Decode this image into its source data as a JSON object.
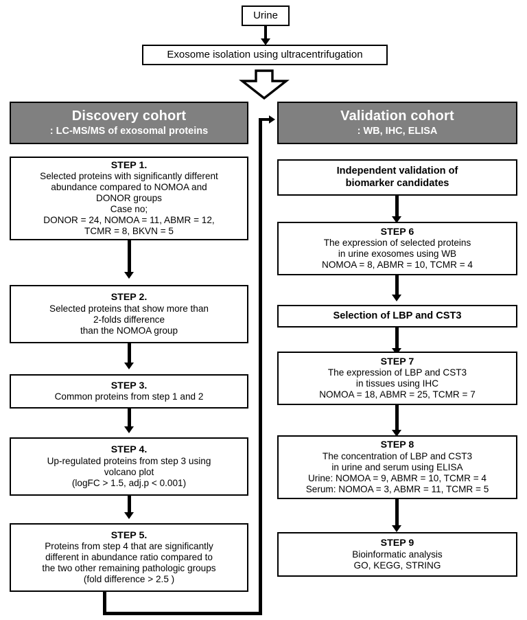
{
  "diagram": {
    "title": "Urinary exosome biomarker discovery and validation workflow",
    "colors": {
      "header_fill": "#808080",
      "header_text": "#ffffff",
      "box_fill": "#ffffff",
      "stroke": "#000000"
    },
    "top": {
      "source_box": "Urine",
      "isolation_box": "Exosome isolation using ultracentrifugation"
    },
    "left_column": {
      "header": {
        "title": "Discovery cohort",
        "subtitle": ": LC-MS/MS of exosomal proteins"
      },
      "steps": [
        {
          "heading": "STEP 1.",
          "lines": [
            "Selected proteins with significantly different",
            "abundance compared to NOMOA and",
            "DONOR groups",
            "Case no;",
            "DONOR = 24, NOMOA = 11, ABMR = 12,",
            "TCMR = 8,  BKVN = 5"
          ]
        },
        {
          "heading": "STEP 2.",
          "lines": [
            "Selected proteins that show more than",
            "2-folds difference",
            "than the NOMOA group"
          ]
        },
        {
          "heading": "STEP 3.",
          "lines": [
            "Common proteins from step 1 and 2"
          ]
        },
        {
          "heading": "STEP 4.",
          "lines": [
            "Up-regulated proteins from step 3 using",
            "volcano plot",
            "(logFC > 1.5, adj.p < 0.001)"
          ]
        },
        {
          "heading": "STEP 5.",
          "lines": [
            "Proteins from step 4 that are significantly",
            "different in abundance ratio compared to",
            "the two other remaining pathologic groups",
            "(fold difference > 2.5 )"
          ]
        }
      ]
    },
    "right_column": {
      "header": {
        "title": "Validation cohort",
        "subtitle": ": WB, IHC, ELISA"
      },
      "intro_box": {
        "lines": [
          "Independent validation of",
          "biomarker candidates"
        ]
      },
      "selection_box": {
        "text": "Selection of LBP and CST3"
      },
      "steps": [
        {
          "heading": "STEP 6",
          "lines": [
            "The expression of selected proteins",
            "in urine exosomes using WB",
            "NOMOA = 8, ABMR = 10, TCMR = 4"
          ]
        },
        {
          "heading": "STEP 7",
          "lines": [
            "The expression of LBP and CST3",
            "in tissues using IHC",
            "NOMOA = 18, ABMR = 25, TCMR = 7"
          ]
        },
        {
          "heading": "STEP 8",
          "lines": [
            "The concentration of LBP and CST3",
            "in urine and serum using ELISA",
            "Urine: NOMOA = 9, ABMR = 10, TCMR = 4",
            "Serum: NOMOA = 3, ABMR = 11, TCMR = 5"
          ]
        },
        {
          "heading": "STEP 9",
          "lines": [
            "Bioinformatic analysis",
            "GO, KEGG, STRING"
          ]
        }
      ]
    }
  }
}
